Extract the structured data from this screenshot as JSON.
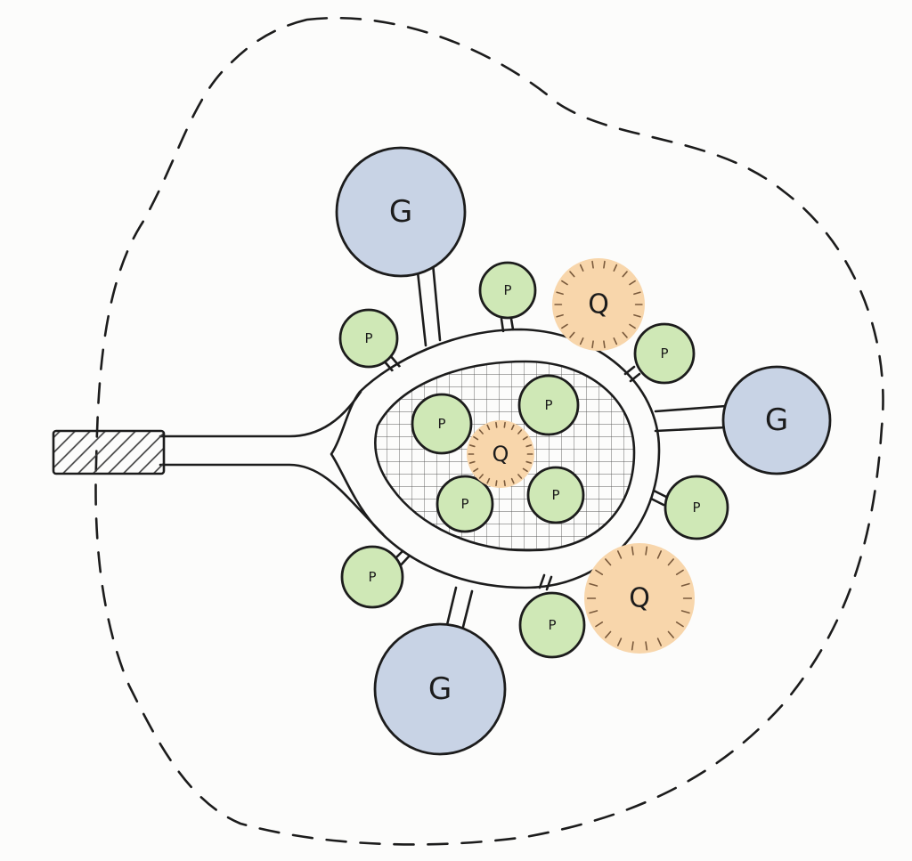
{
  "colors": {
    "ink": "#1c1c1c",
    "paper": "#fcfcfb",
    "g_fill": "#c8d3e5",
    "p_fill": "#cfe8b6",
    "q_fill": "#f8d6ab",
    "q_tick": "#7a5a3c"
  },
  "labels": {
    "g": "G",
    "p": "P",
    "q": "Q"
  },
  "nodes": {
    "g": [
      {
        "id": "g-top-left"
      },
      {
        "id": "g-right"
      },
      {
        "id": "g-bottom"
      }
    ],
    "p_outer": [
      {
        "id": "p-top"
      },
      {
        "id": "p-left-upper"
      },
      {
        "id": "p-right-upper"
      },
      {
        "id": "p-right-lower"
      },
      {
        "id": "p-left-lower"
      },
      {
        "id": "p-bottom"
      }
    ],
    "p_inner": [
      {
        "id": "p-inner-1"
      },
      {
        "id": "p-inner-2"
      },
      {
        "id": "p-inner-3"
      },
      {
        "id": "p-inner-4"
      }
    ],
    "q": [
      {
        "id": "q-top"
      },
      {
        "id": "q-bottom"
      },
      {
        "id": "q-center"
      }
    ]
  }
}
